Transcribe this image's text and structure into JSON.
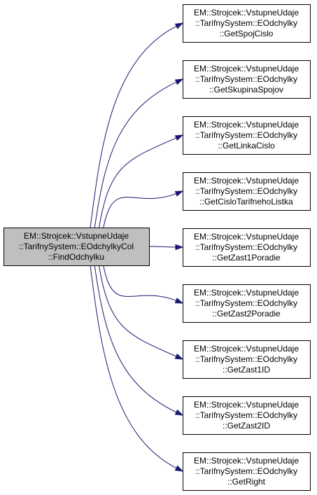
{
  "source": {
    "lines": [
      "EM::Strojcek::VstupneUdaje",
      "::TarifnySystem::EOdchylkyCol",
      "::FindOdchylku"
    ],
    "fill": "#bfbfbf"
  },
  "targets": [
    {
      "lines": [
        "EM::Strojcek::VstupneUdaje",
        "::TarifnySystem::EOdchylky",
        "::GetSpojCislo"
      ]
    },
    {
      "lines": [
        "EM::Strojcek::VstupneUdaje",
        "::TarifnySystem::EOdchylky",
        "::GetSkupinaSpojov"
      ]
    },
    {
      "lines": [
        "EM::Strojcek::VstupneUdaje",
        "::TarifnySystem::EOdchylky",
        "::GetLinkaCislo"
      ]
    },
    {
      "lines": [
        "EM::Strojcek::VstupneUdaje",
        "::TarifnySystem::EOdchylky",
        "::GetCisloTarifnehoListka"
      ]
    },
    {
      "lines": [
        "EM::Strojcek::VstupneUdaje",
        "::TarifnySystem::EOdchylky",
        "::GetZast1Poradie"
      ]
    },
    {
      "lines": [
        "EM::Strojcek::VstupneUdaje",
        "::TarifnySystem::EOdchylky",
        "::GetZast2Poradie"
      ]
    },
    {
      "lines": [
        "EM::Strojcek::VstupneUdaje",
        "::TarifnySystem::EOdchylky",
        "::GetZast1ID"
      ]
    },
    {
      "lines": [
        "EM::Strojcek::VstupneUdaje",
        "::TarifnySystem::EOdchylky",
        "::GetZast2ID"
      ]
    },
    {
      "lines": [
        "EM::Strojcek::VstupneUdaje",
        "::TarifnySystem::EOdchylky",
        "::GetRight"
      ]
    }
  ],
  "colors": {
    "edge": "#191970",
    "border": "#000000",
    "background": "#ffffff"
  }
}
